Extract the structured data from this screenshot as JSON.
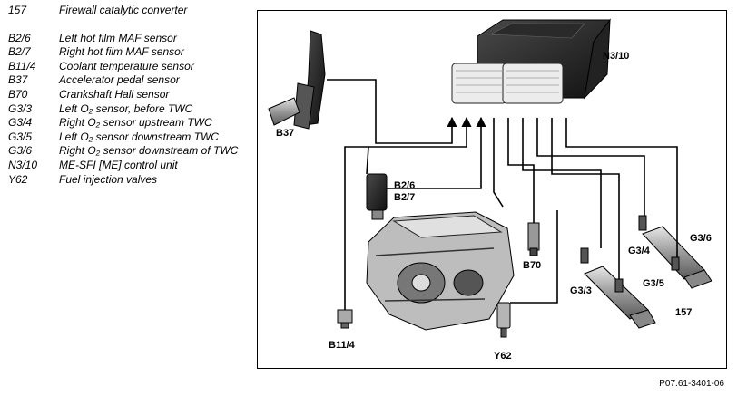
{
  "legend": [
    {
      "code": "157",
      "desc": "Firewall catalytic converter"
    },
    {
      "code": "B2/6",
      "desc": "Left hot film MAF sensor"
    },
    {
      "code": "B2/7",
      "desc": "Right hot film MAF sensor"
    },
    {
      "code": "B11/4",
      "desc": "Coolant temperature sensor"
    },
    {
      "code": "B37",
      "desc": "Accelerator pedal sensor"
    },
    {
      "code": "B70",
      "desc": "Crankshaft Hall sensor"
    },
    {
      "code": "G3/3",
      "desc": "Left O₂ sensor, before TWC"
    },
    {
      "code": "G3/4",
      "desc": "Right O₂ sensor upstream TWC"
    },
    {
      "code": "G3/5",
      "desc": "Left O₂ sensor downstream TWC"
    },
    {
      "code": "G3/6",
      "desc": "Right O₂ sensor downstream of TWC"
    },
    {
      "code": "N3/10",
      "desc": "ME-SFI [ME] control unit"
    },
    {
      "code": "Y62",
      "desc": "Fuel injection valves"
    }
  ],
  "labels": {
    "n310": "N3/10",
    "b37": "B37",
    "b26": "B2/6",
    "b27": "B2/7",
    "b70": "B70",
    "b114": "B11/4",
    "y62": "Y62",
    "g33": "G3/3",
    "g34": "G3/4",
    "g35": "G3/5",
    "g36": "G3/6",
    "c157": "157"
  },
  "reference": "P07.61-3401-06"
}
